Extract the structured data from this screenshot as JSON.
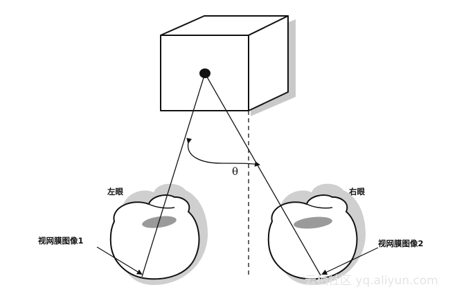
{
  "labels": {
    "left_eye": "左眼",
    "right_eye": "右眼",
    "retina_image_1": "视网膜图像1",
    "retina_image_2": "视网膜图像2",
    "angle": "θ"
  },
  "watermark": "云栖社区 yq.aliyun.com",
  "colors": {
    "line": "#111111",
    "shadow": "#c8c8c8",
    "iris": "#9a9a9a",
    "watermark": "#e4e4e4"
  }
}
